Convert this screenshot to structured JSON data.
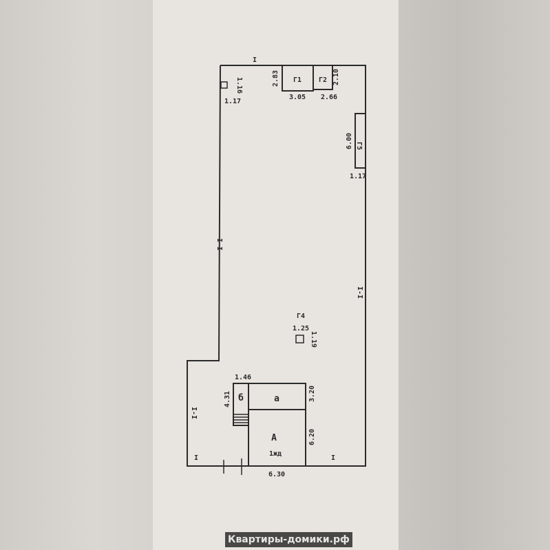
{
  "plan": {
    "section_marks": {
      "top": "I",
      "left": "I-I",
      "right": "I-I",
      "lower_left": "I-I",
      "bottom_left": "I",
      "bottom_right": "I"
    },
    "outbuildings": [
      {
        "label": "Г1",
        "width": "3.05",
        "depth": "2.83"
      },
      {
        "label": "Г2",
        "width": "2.66",
        "depth": "2.10"
      },
      {
        "label": "Г4",
        "width": "1.25",
        "depth": "1.19"
      },
      {
        "label": "Г5",
        "width": "1.17",
        "depth": "6.00"
      }
    ],
    "small_structure": {
      "width": "1.17",
      "depth": "1.16"
    },
    "house": {
      "rooms": [
        {
          "label": "а"
        },
        {
          "label": "б"
        },
        {
          "label": "А"
        }
      ],
      "type": "1жд",
      "dims": {
        "porch_width": "1.46",
        "porch_depth": "4.31",
        "annex_depth": "3.20",
        "main_depth": "6.20",
        "main_width": "6.30"
      }
    }
  },
  "watermark": "Квартиры-домики.рф"
}
